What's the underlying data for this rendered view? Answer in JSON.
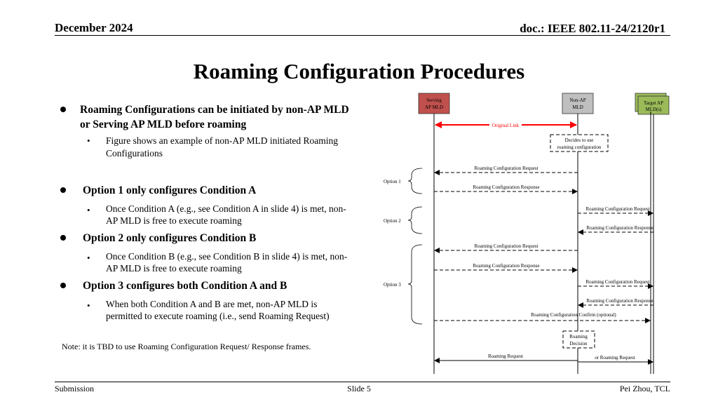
{
  "header": {
    "date": "December 2024",
    "doc": "doc.: IEEE 802.11-24/2120r1"
  },
  "title": "Roaming Configuration Procedures",
  "bullets": [
    {
      "text_line1": "Roaming Configurations can be initiated by non-AP MLD",
      "text_line2": "or Serving AP MLD before roaming",
      "sub": {
        "line1": "Figure shows an example of  non-AP MLD initiated Roaming",
        "line2": "Configurations"
      }
    },
    {
      "text": "Option 1 only configures Condition A",
      "sub": {
        "line1": "Once Condition A (e.g., see Condition A in slide 4) is met, non-",
        "line2": "AP MLD is free to execute roaming"
      }
    },
    {
      "text": "Option 2 only configures Condition B",
      "sub": {
        "line1": "Once Condition B (e.g., see Condition B in slide 4) is met, non-",
        "line2": "AP MLD is free to execute roaming"
      }
    },
    {
      "text": "Option 3 configures both Condition A and B",
      "sub": {
        "line1": "When both Condition A and B are met, non-AP MLD is",
        "line2": "permitted to execute roaming (i.e., send Roaming Request)"
      }
    }
  ],
  "sub_bullet_glyph": "•",
  "note": "Note: it is TBD to use Roaming Configuration Request/ Response frames.",
  "diagram": {
    "entities": {
      "serving": {
        "line1": "Serving",
        "line2": "AP MLD",
        "color": "#c0504d"
      },
      "nonap": {
        "line1": "Non-AP",
        "line2": "MLD",
        "color": "#bfbfbf"
      },
      "target": {
        "line1": "Target AP",
        "line2": "MLD(s)",
        "color": "#9bbb59"
      }
    },
    "original_link": "Original Link",
    "decides_line1": "Decides to use",
    "decides_line2": "roaming configuration",
    "options": {
      "o1": "Option 1",
      "o2": "Option 2",
      "o3": "Option 3"
    },
    "msgs": {
      "m1": "Roaming Configuration Request",
      "m2": "Roaming Configuration Response",
      "m3": "Roaming Configuration Request",
      "m4": "Roaming Configuration Response",
      "m5": "Roaming Configuration Request",
      "m6": "Roaming Configuration Response",
      "m7": "Roaming Configuration Request",
      "m8": "Roaming Configuration Response",
      "m9": "Roaming Configuration Confirm (optional)",
      "m10": "Roaming Request",
      "m11": "or  Roaming Request"
    },
    "decision_line1": "Roaming",
    "decision_line2": "Decision",
    "link_color": "#ff0000"
  },
  "footer": {
    "left": "Submission",
    "center": "Slide 5",
    "right": "Pei Zhou, TCL"
  }
}
